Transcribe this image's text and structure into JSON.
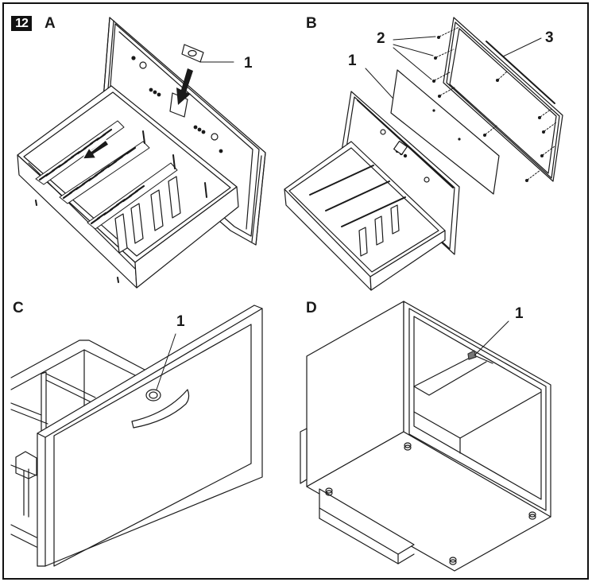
{
  "figure": {
    "number": "12",
    "panels": [
      {
        "letter": "A",
        "callouts": [
          "1"
        ],
        "subject": "drawer-with-lid-insert"
      },
      {
        "letter": "B",
        "callouts": [
          "1",
          "2",
          "3"
        ],
        "subject": "drawer-front-panel-exploded"
      },
      {
        "letter": "C",
        "callouts": [
          "1"
        ],
        "subject": "drawer-front-lock"
      },
      {
        "letter": "D",
        "callouts": [
          "1"
        ],
        "subject": "cabinet-housing"
      }
    ]
  },
  "colors": {
    "line": "#1a1a1a",
    "background": "#ffffff",
    "badge": "#111111",
    "marker": "#777777"
  }
}
